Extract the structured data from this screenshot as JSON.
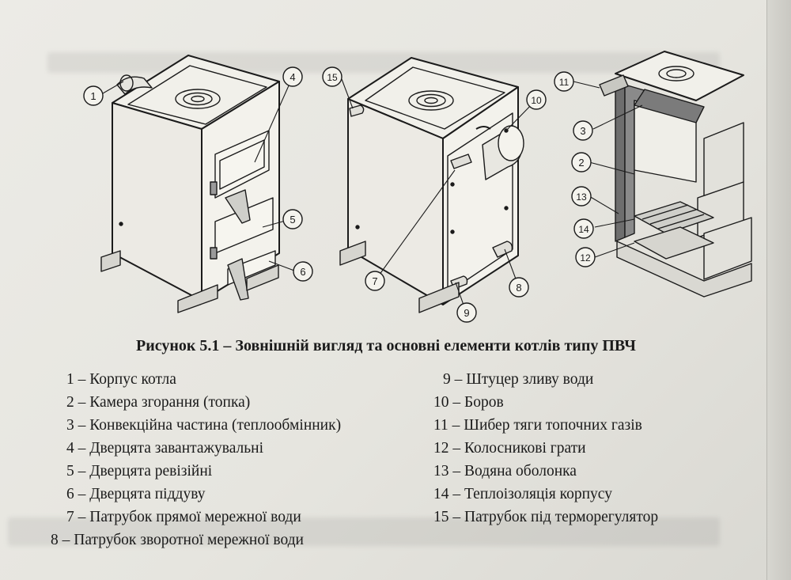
{
  "figure": {
    "callouts": [
      "1",
      "2",
      "3",
      "4",
      "5",
      "6",
      "7",
      "8",
      "9",
      "10",
      "11",
      "12",
      "13",
      "14",
      "15"
    ]
  },
  "caption": "Рисунок 5.1 – Зовнішній вигляд та основні елементи котлів типу ПВЧ",
  "legend_left": [
    {
      "num": "1",
      "text": "Корпус котла"
    },
    {
      "num": "2",
      "text": "Камера згорання (топка)"
    },
    {
      "num": "3",
      "text": "Конвекційна частина (теплообмінник)"
    },
    {
      "num": "4",
      "text": "Дверцята завантажувальні"
    },
    {
      "num": "5",
      "text": "Дверцята ревізійні"
    },
    {
      "num": "6",
      "text": "Дверцята піддуву"
    },
    {
      "num": "7",
      "text": "Патрубок прямої мережної води"
    },
    {
      "num": "8",
      "text": "Патрубок зворотної мережної води"
    }
  ],
  "legend_right": [
    {
      "num": "9",
      "text": "Штуцер зливу води"
    },
    {
      "num": "10",
      "text": "Боров"
    },
    {
      "num": "11",
      "text": "Шибер тяги топочних газів"
    },
    {
      "num": "12",
      "text": "Колосникові грати"
    },
    {
      "num": "13",
      "text": "Водяна оболонка"
    },
    {
      "num": "14",
      "text": "Теплоізоляція корпусу"
    },
    {
      "num": "15",
      "text": "Патрубок під терморегулятор"
    }
  ],
  "colors": {
    "ink": "#1b1b1b",
    "paper": "#ecebe6",
    "insulation": "#6e6e6e"
  }
}
